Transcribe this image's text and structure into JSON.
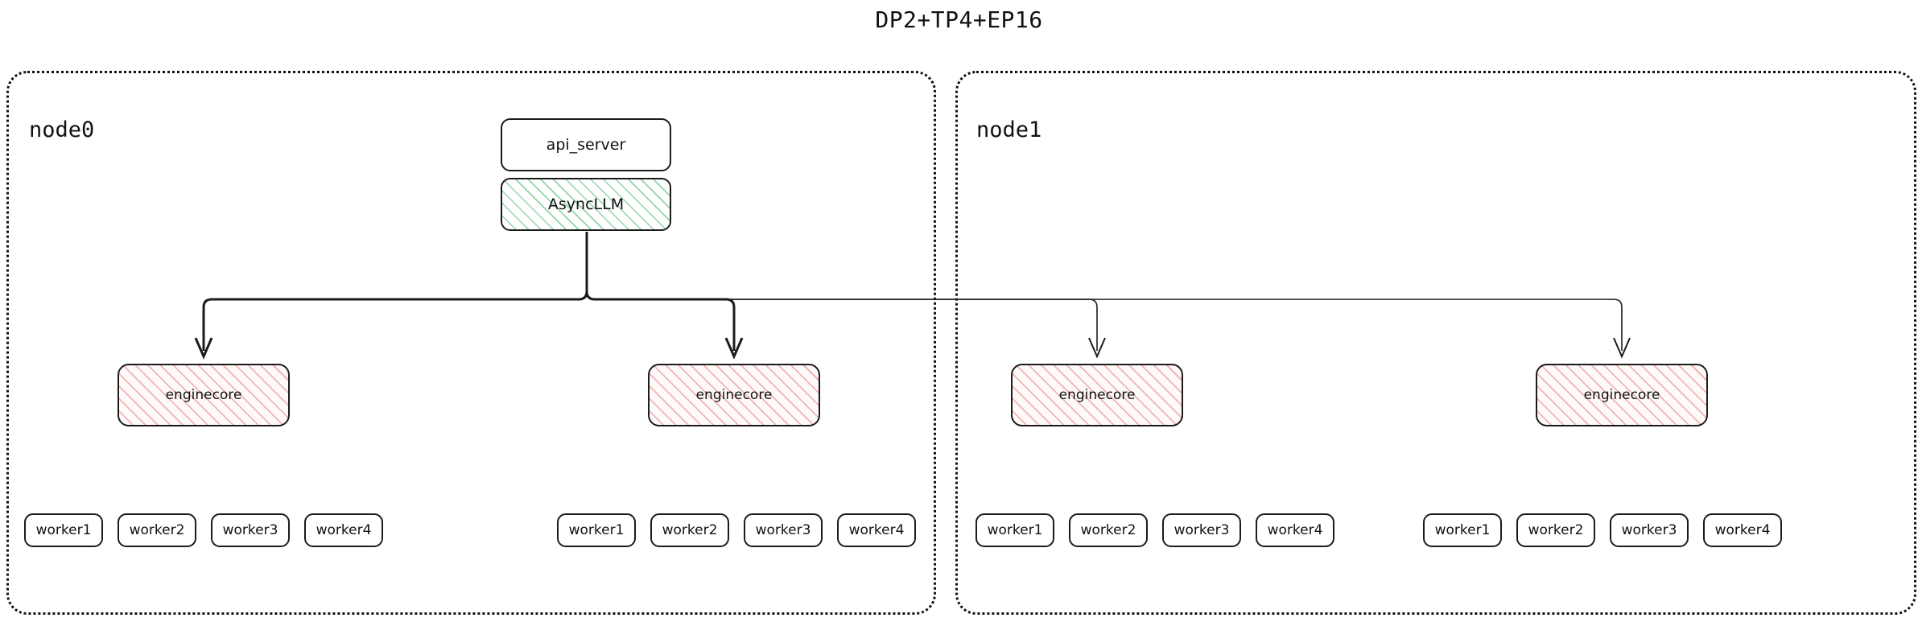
{
  "title": "DP2+TP4+EP16",
  "diagram": {
    "type": "architecture-tree",
    "accent_green": "#8fd6a8",
    "accent_pink": "#f2b3b3",
    "stroke": "#1b1b1b"
  },
  "nodes": [
    {
      "id": "node0",
      "label": "node0"
    },
    {
      "id": "node1",
      "label": "node1"
    }
  ],
  "boxes": {
    "api_server": "api_server",
    "async_llm": "AsyncLLM",
    "enginecore": "enginecore"
  },
  "enginecores": [
    {
      "label": "enginecore",
      "node": "node0"
    },
    {
      "label": "enginecore",
      "node": "node0"
    },
    {
      "label": "enginecore",
      "node": "node1"
    },
    {
      "label": "enginecore",
      "node": "node1"
    }
  ],
  "worker_groups": [
    {
      "node": "node0",
      "workers": [
        "worker1",
        "worker2",
        "worker3",
        "worker4"
      ]
    },
    {
      "node": "node0",
      "workers": [
        "worker1",
        "worker2",
        "worker3",
        "worker4"
      ]
    },
    {
      "node": "node1",
      "workers": [
        "worker1",
        "worker2",
        "worker3",
        "worker4"
      ]
    },
    {
      "node": "node1",
      "workers": [
        "worker1",
        "worker2",
        "worker3",
        "worker4"
      ]
    }
  ]
}
